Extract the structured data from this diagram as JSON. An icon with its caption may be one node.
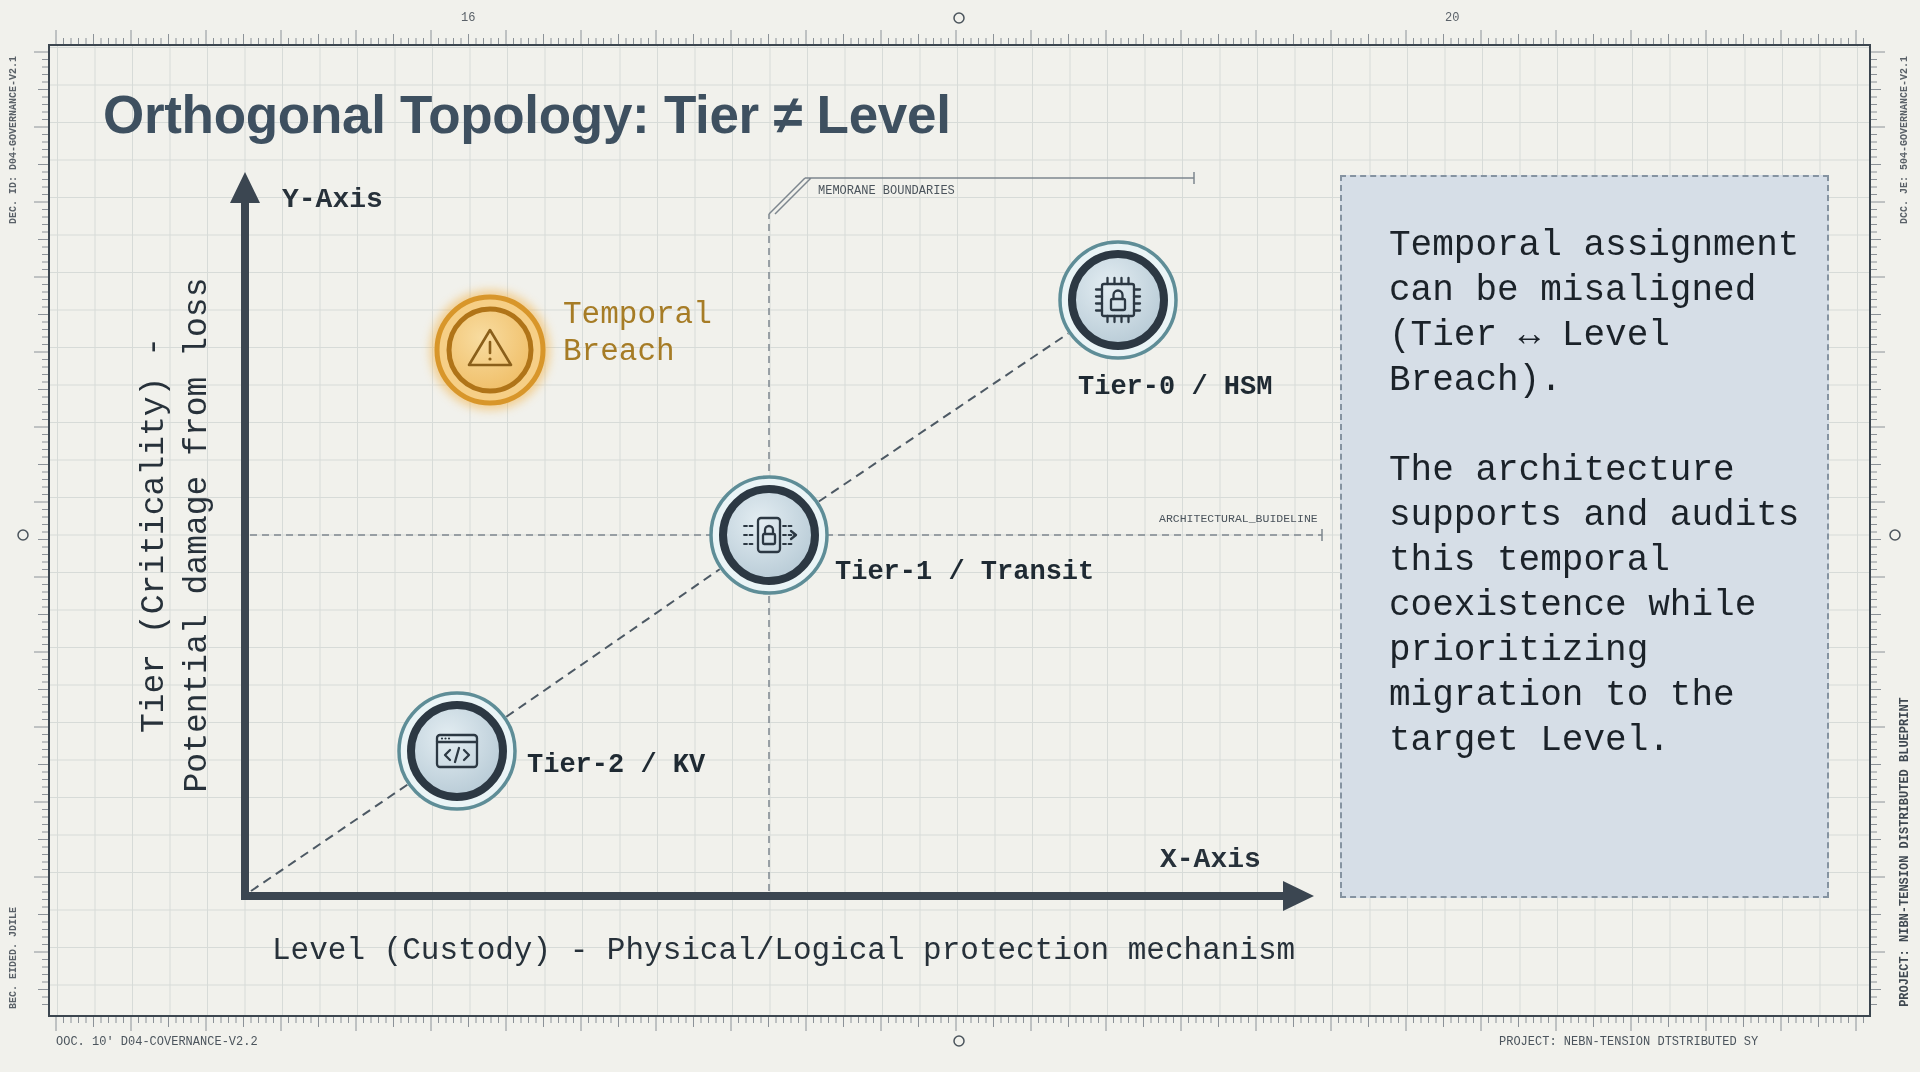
{
  "diagram": {
    "title": "Orthogonal Topology: Tier ≠ Level",
    "nodes": [
      {
        "text": [
          "Temporal Breach"
        ]
      },
      {
        "text": [
          "Tier-0 / HSM"
        ]
      },
      {
        "text": [
          "Tier-1 / Transit"
        ]
      },
      {
        "text": [
          "Tier-2 / KV"
        ]
      },
      {
        "text": [
          "Temporal assignment can be misaligned (Tier ↔ Level Breach).",
          "The architecture supports and audits this temporal coexistence while prioritizing migration to the target Level."
        ]
      }
    ],
    "edges": [
      {
        "from": null,
        "to": 3,
        "arrow": "none",
        "style": "dashed"
      },
      {
        "from": 3,
        "to": 2,
        "arrow": "none",
        "style": "dashed"
      },
      {
        "from": 2,
        "to": 1,
        "arrow": "none",
        "style": "dashed"
      }
    ],
    "labels": [
      "16",
      "20",
      "DEC. ID: D04-GOVERNANCE-V2.1",
      "BEC. EIDED. JDILE",
      "DCC. JE: 504-GOVERNANCE-V2.1",
      "PROJECT: NIBN-TENSION DISTRIBUTED BLUEPRINT",
      "Y-Axis",
      "MEMORANE BOUNDARIES",
      "Tier (Criticality) - Potential damage from loss",
      "ARCHITECTURAL_BUIDELINE",
      "X-Axis",
      "Level (Custody) - Physical/Logical protection mechanism",
      "OOC. 10' D04-COVERNANCE-V2.2",
      "PROJECT: NEBN-TENSION DTSTRIBUTED SY"
    ]
  }
}
